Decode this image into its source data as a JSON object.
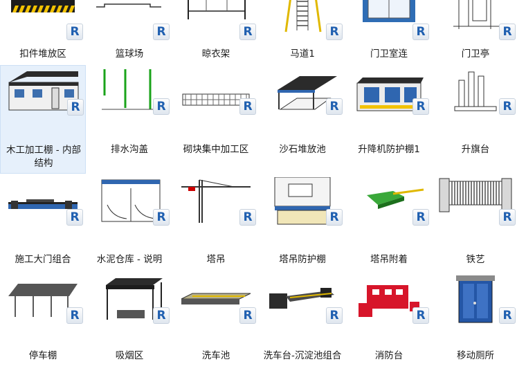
{
  "badge_letter": "R",
  "selected_index": 6,
  "rows": [
    [
      "扣件堆放区",
      "篮球场",
      "晾衣架",
      "马道1",
      "门卫室连",
      "门卫亭"
    ],
    [
      "木工加工棚 - 内部结构",
      "排水沟盖",
      "砌块集中加工区",
      "沙石堆放池",
      "升降机防护棚1",
      "升旗台"
    ],
    [
      "施工大门组合",
      "水泥仓库 - 说明",
      "塔吊",
      "塔吊防护棚",
      "塔吊附着",
      "铁艺"
    ],
    [
      "停车棚",
      "吸烟区",
      "洗车池",
      "洗车台-沉淀池组合",
      "消防台",
      "移动厕所"
    ]
  ],
  "icons": [
    [
      "material-stack-icon",
      "basketball-court-icon",
      "clothes-rack-icon",
      "ramp-walkway-icon",
      "guard-room-icon",
      "guard-booth-icon"
    ],
    [
      "carpentry-shed-icon",
      "drain-cover-icon",
      "block-processing-area-icon",
      "sand-gravel-pit-icon",
      "hoist-shelter-icon",
      "flag-platform-icon"
    ],
    [
      "site-gate-icon",
      "cement-warehouse-icon",
      "tower-crane-icon",
      "crane-shelter-icon",
      "crane-attachment-icon",
      "iron-fence-icon"
    ],
    [
      "carport-icon",
      "smoking-area-icon",
      "car-wash-pool-icon",
      "car-wash-sediment-icon",
      "fire-station-icon",
      "mobile-toilet-icon"
    ]
  ]
}
